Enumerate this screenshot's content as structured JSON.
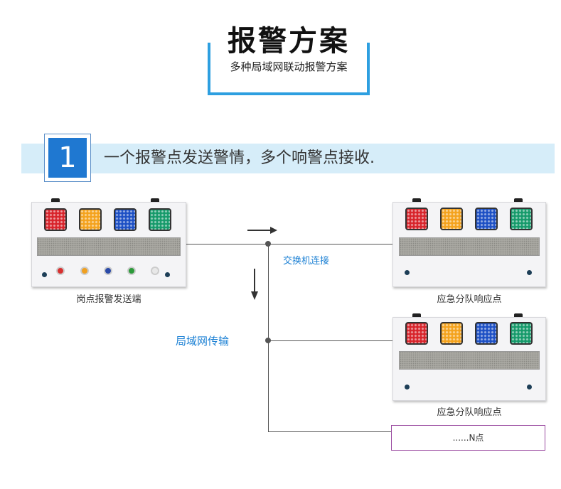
{
  "header": {
    "title": "报警方案",
    "subtitle": "多种局域网联动报警方案",
    "accent": "#2d9fe0"
  },
  "banner": {
    "number": "1",
    "text": "一个报警点发送警情，多个响警点接收."
  },
  "diagram": {
    "sender_label": "岗点报警发送端",
    "switch_label": "交换机连接",
    "lan_label": "局域网传输",
    "receiver1_label": "应急分队响应点",
    "receiver2_label": "应急分队响应点",
    "n_label": "......N点",
    "lamp_colors": [
      "#d8232a",
      "#f4a21c",
      "#1c4fc4",
      "#159a6a"
    ],
    "button_colors": [
      "#d83030",
      "#f0a020",
      "#2a4aa8",
      "#2c9a3a",
      "#d8d8d8"
    ]
  }
}
